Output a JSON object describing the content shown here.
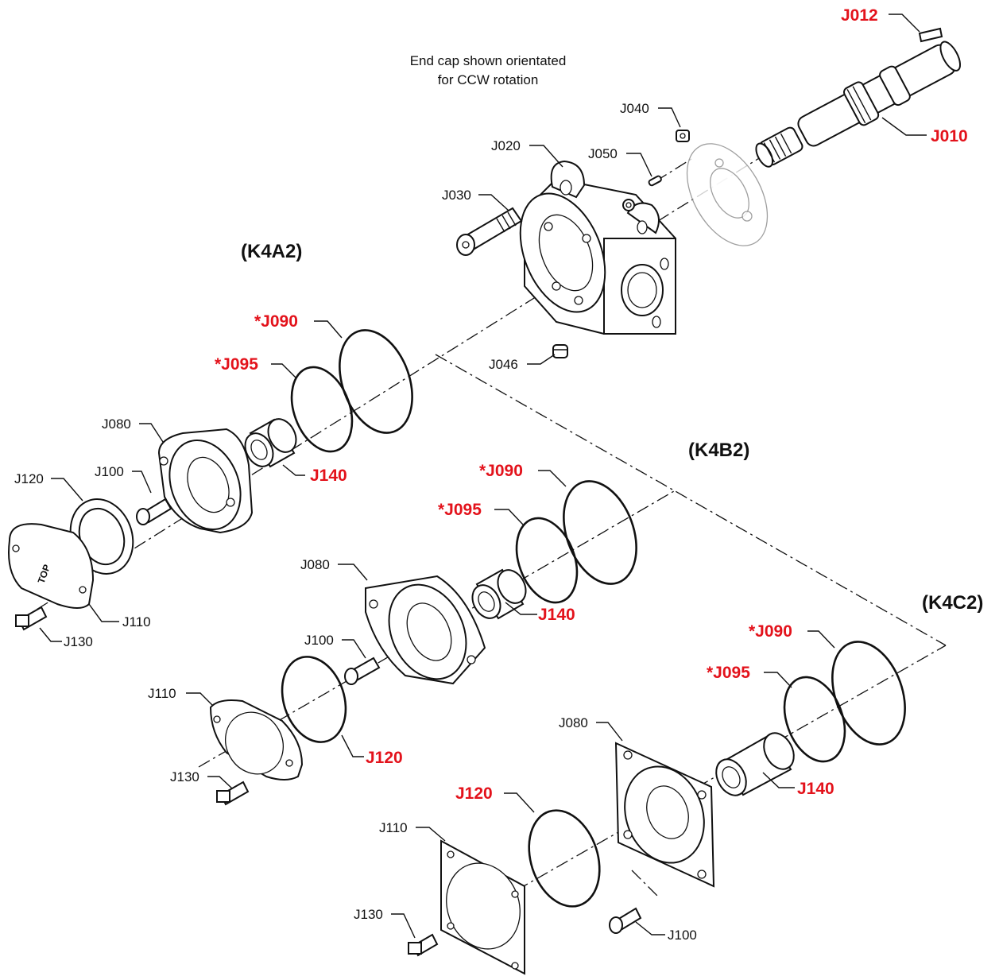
{
  "note": {
    "line1": "End cap shown orientated",
    "line2": "for CCW rotation"
  },
  "groups": {
    "k4a2": "(K4A2)",
    "k4b2": "(K4B2)",
    "k4c2": "(K4C2)"
  },
  "parts": {
    "j012": "J012",
    "j010": "J010",
    "j040": "J040",
    "j020": "J020",
    "j050": "J050",
    "j030": "J030",
    "j046": "J046",
    "a_j090": "*J090",
    "a_j095": "*J095",
    "a_j080": "J080",
    "a_j140": "J140",
    "a_j120": "J120",
    "a_j100": "J100",
    "a_j110": "J110",
    "a_j130": "J130",
    "b_j090": "*J090",
    "b_j095": "*J095",
    "b_j080": "J080",
    "b_j140": "J140",
    "b_j100": "J100",
    "b_j110": "J110",
    "b_j120": "J120",
    "b_j130": "J130",
    "c_j090": "*J090",
    "c_j095": "*J095",
    "c_j080": "J080",
    "c_j140": "J140",
    "c_j120": "J120",
    "c_j110": "J110",
    "c_j130": "J130",
    "c_j100": "J100"
  },
  "stamp": "TOP",
  "colors": {
    "highlight": "#e3121b",
    "line": "#111111"
  }
}
